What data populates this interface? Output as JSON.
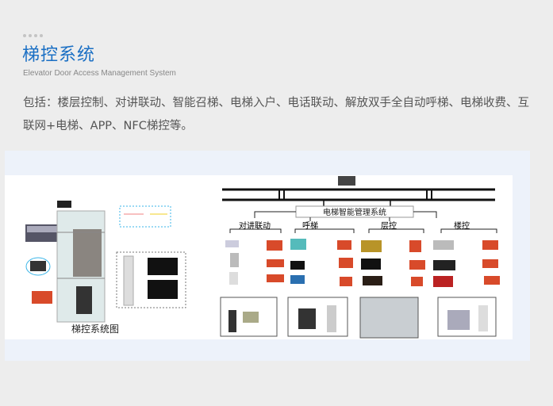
{
  "header": {
    "title": "梯控系统",
    "subtitle": "Elevator Door Access Management System",
    "description": "包括：楼层控制、对讲联动、智能召梯、电梯入户、电话联动、解放双手全自动呼梯、电梯收费、互联网+电梯、APP、NFC梯控等。"
  },
  "diagram": {
    "left_caption": "梯控系统图",
    "center_label": "电梯智能管理系统",
    "branches": [
      "对讲联动",
      "呼梯",
      "层控",
      "楼控"
    ]
  }
}
